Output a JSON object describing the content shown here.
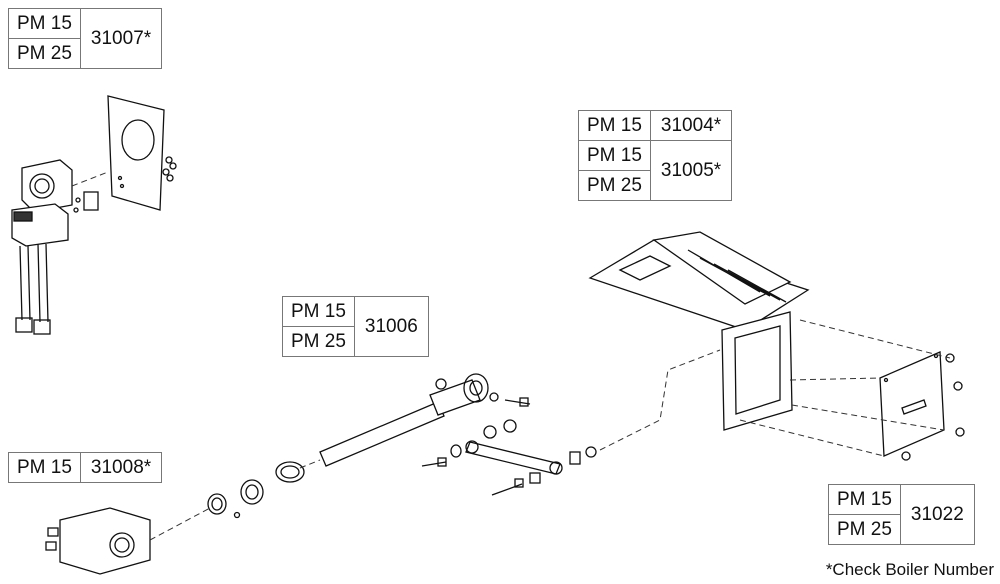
{
  "tables": [
    {
      "id": "31007",
      "models": [
        "PM 15",
        "PM 25"
      ],
      "part": "31007*"
    },
    {
      "id": "31004-31005",
      "rows": [
        {
          "models": [
            "PM 15"
          ],
          "part": "31004*"
        },
        {
          "models": [
            "PM 15",
            "PM 25"
          ],
          "part": "31005*"
        }
      ]
    },
    {
      "id": "31006",
      "models": [
        "PM 15",
        "PM 25"
      ],
      "part": "31006"
    },
    {
      "id": "31008",
      "models": [
        "PM 15"
      ],
      "part": "31008*"
    },
    {
      "id": "31022",
      "models": [
        "PM 15",
        "PM 25"
      ],
      "part": "31022"
    }
  ],
  "footnote": "*Check Boiler Number"
}
